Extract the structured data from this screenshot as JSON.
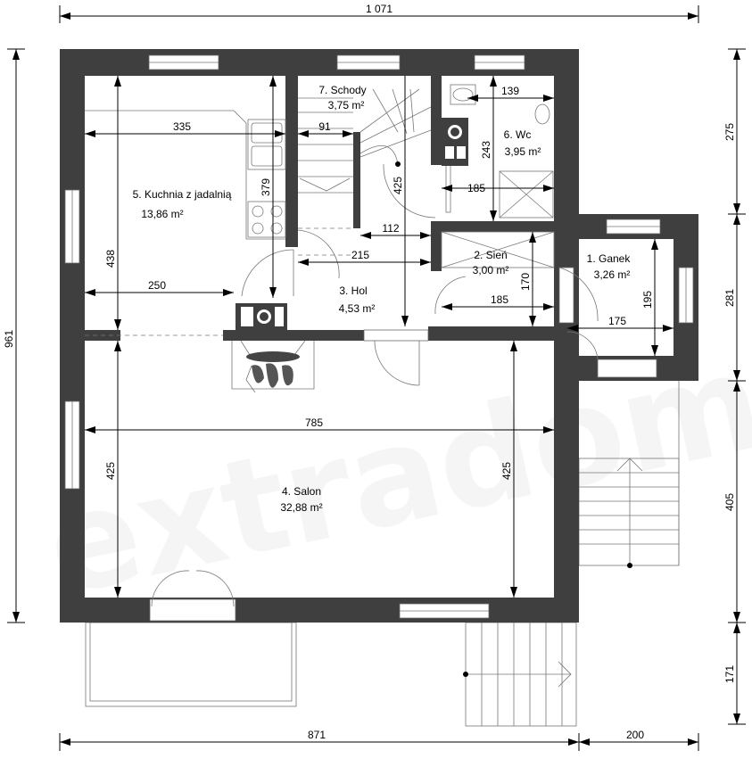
{
  "watermark": "extradom",
  "overall": {
    "width": "1 071",
    "height": "961",
    "bottom_main": "871",
    "bottom_right": "200",
    "right_segments": [
      "275",
      "281",
      "405",
      "171"
    ]
  },
  "rooms": {
    "ganek": {
      "name": "1. Ganek",
      "area": "3,26 m²"
    },
    "sien": {
      "name": "2. Sień",
      "area": "3,00 m²"
    },
    "hol": {
      "name": "3. Hol",
      "area": "4,53 m²"
    },
    "salon": {
      "name": "4. Salon",
      "area": "32,88 m²"
    },
    "kuchnia": {
      "name": "5. Kuchnia z jadalnią",
      "area": "13,86 m²"
    },
    "wc": {
      "name": "6. Wc",
      "area": "3,95 m²"
    },
    "schody": {
      "name": "7. Schody",
      "area": "3,75 m²"
    }
  },
  "dims": {
    "kitchen_width": "335",
    "kitchen_height": "438",
    "kitchen_counter": "379",
    "dining_width": "250",
    "stairs_width": "91",
    "stairs_height": "425",
    "hall_upper": "112",
    "hall_lower": "215",
    "wc_width": "139",
    "wc_height": "243",
    "wc_lower": "185",
    "sien_width": "185",
    "sien_height": "170",
    "ganek_width": "175",
    "ganek_height": "195",
    "salon_width": "785",
    "salon_left_h": "425",
    "salon_right_h": "425"
  }
}
